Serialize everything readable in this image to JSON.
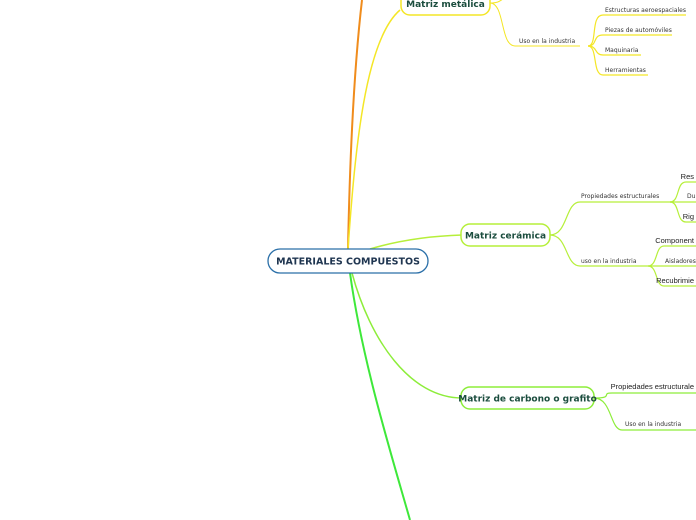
{
  "root": {
    "label": "MATERIALES COMPUESTOS",
    "color": "#2a6fa8"
  },
  "branches": [
    {
      "label": "Matriz metálica",
      "color": "#f4e626",
      "groups": [
        {
          "label": "Uso en la industria",
          "items": [
            "Estructuras aeroespaciales",
            "Piezas de automóviles",
            "Maquinaria",
            "Herramientas"
          ]
        }
      ]
    },
    {
      "label": "Matriz cerámica",
      "color": "#b6ef3a",
      "groups": [
        {
          "label": "Propiedades estructurales",
          "items": [
            "Res",
            "Du",
            "Rig"
          ]
        },
        {
          "label": "uso en la industria",
          "items": [
            "Component",
            "Aisladores",
            "Recubrimie"
          ]
        }
      ]
    },
    {
      "label": "Matriz de carbono o grafito",
      "color": "#8ded3a",
      "groups": [
        {
          "label": "Propiedades estructurale",
          "items": []
        },
        {
          "label": "Uso en la industria",
          "items": []
        }
      ]
    }
  ],
  "other_branch_colors": {
    "top": "#f08c1c",
    "bottom": "#3ee83a"
  }
}
